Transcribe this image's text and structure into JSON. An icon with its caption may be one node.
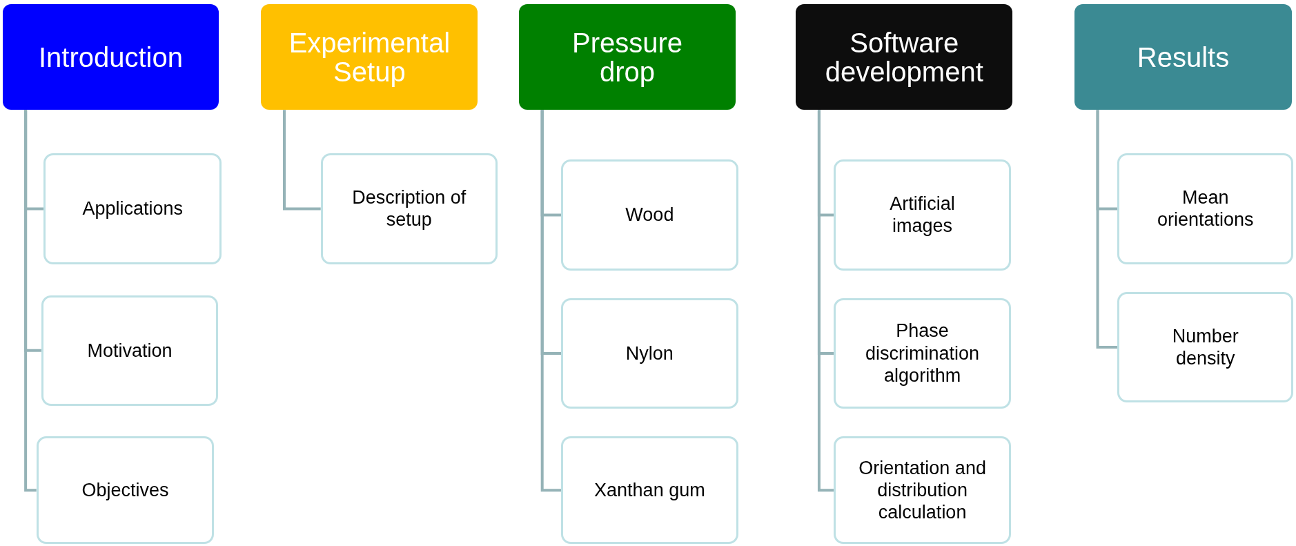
{
  "diagram": {
    "nodes": [
      {
        "text": [
          "Introduction"
        ]
      },
      {
        "text": [
          "Applications"
        ]
      },
      {
        "text": [
          "Motivation"
        ]
      },
      {
        "text": [
          "Objectives"
        ]
      },
      {
        "text": [
          "Experimental Setup"
        ]
      },
      {
        "text": [
          "Description of setup"
        ]
      },
      {
        "text": [
          "Pressure drop"
        ]
      },
      {
        "text": [
          "Wood"
        ]
      },
      {
        "text": [
          "Nylon"
        ]
      },
      {
        "text": [
          "Xanthan gum"
        ]
      },
      {
        "text": [
          "Software development"
        ]
      },
      {
        "text": [
          "Artificial images"
        ]
      },
      {
        "text": [
          "Phase discrimination algorithm"
        ]
      },
      {
        "text": [
          "Orientation and distribution calculation"
        ]
      },
      {
        "text": [
          "Results"
        ]
      },
      {
        "text": [
          "Mean orientations"
        ]
      },
      {
        "text": [
          "Number density"
        ]
      }
    ],
    "edges": [
      {
        "from": 0,
        "to": 1,
        "arrow": "none"
      },
      {
        "from": 0,
        "to": 2,
        "arrow": "none"
      },
      {
        "from": 0,
        "to": 3,
        "arrow": "none"
      },
      {
        "from": 4,
        "to": 5,
        "arrow": "none"
      },
      {
        "from": 6,
        "to": 7,
        "arrow": "none"
      },
      {
        "from": 6,
        "to": 8,
        "arrow": "none"
      },
      {
        "from": 6,
        "to": 9,
        "arrow": "none"
      },
      {
        "from": 10,
        "to": 11,
        "arrow": "none"
      },
      {
        "from": 10,
        "to": 12,
        "arrow": "none"
      },
      {
        "from": 10,
        "to": 13,
        "arrow": "none"
      },
      {
        "from": 14,
        "to": 15,
        "arrow": "none"
      },
      {
        "from": 14,
        "to": 16,
        "arrow": "none"
      }
    ]
  }
}
